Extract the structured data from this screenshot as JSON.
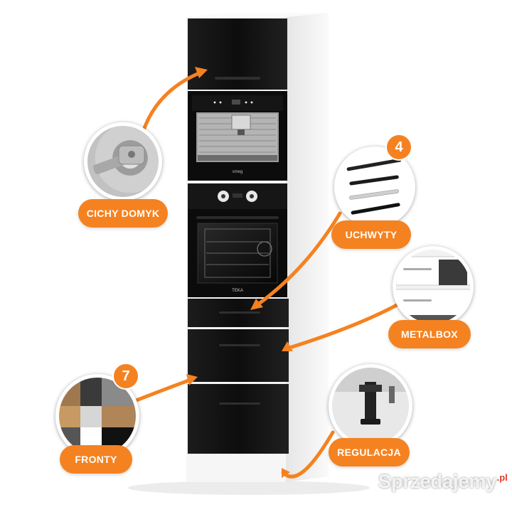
{
  "callouts": {
    "hinges": {
      "label": "CICHY DOMYK"
    },
    "handles": {
      "label": "UCHWYTY",
      "count": "4"
    },
    "drawers": {
      "label": "METALBOX"
    },
    "fronts": {
      "label": "FRONTY",
      "count": "7"
    },
    "legs": {
      "label": "REGULACJA"
    }
  },
  "appliances": {
    "coffee_machine_brand": "smeg",
    "oven_brand": "TEKA"
  },
  "watermark": {
    "text": "Sprzedajemy",
    "suffix": ".pl"
  },
  "colors": {
    "accent": "#f58220",
    "front": "#111111",
    "carcass": "#f4f4f4"
  }
}
